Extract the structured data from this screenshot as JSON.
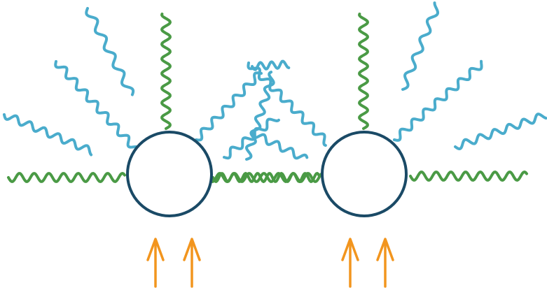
{
  "colors": {
    "background": "#ffffff",
    "particle_outline": "#1a4a66",
    "green_wave": "#4a9a45",
    "blue_wave": "#4aaccc",
    "arrow": "#f2951e"
  },
  "particles": [
    {
      "name": "particle-left"
    },
    {
      "name": "particle-right"
    }
  ],
  "arrows": [
    {
      "name": "incoming-arrow-1"
    },
    {
      "name": "incoming-arrow-2"
    },
    {
      "name": "incoming-arrow-3"
    },
    {
      "name": "incoming-arrow-4"
    }
  ]
}
